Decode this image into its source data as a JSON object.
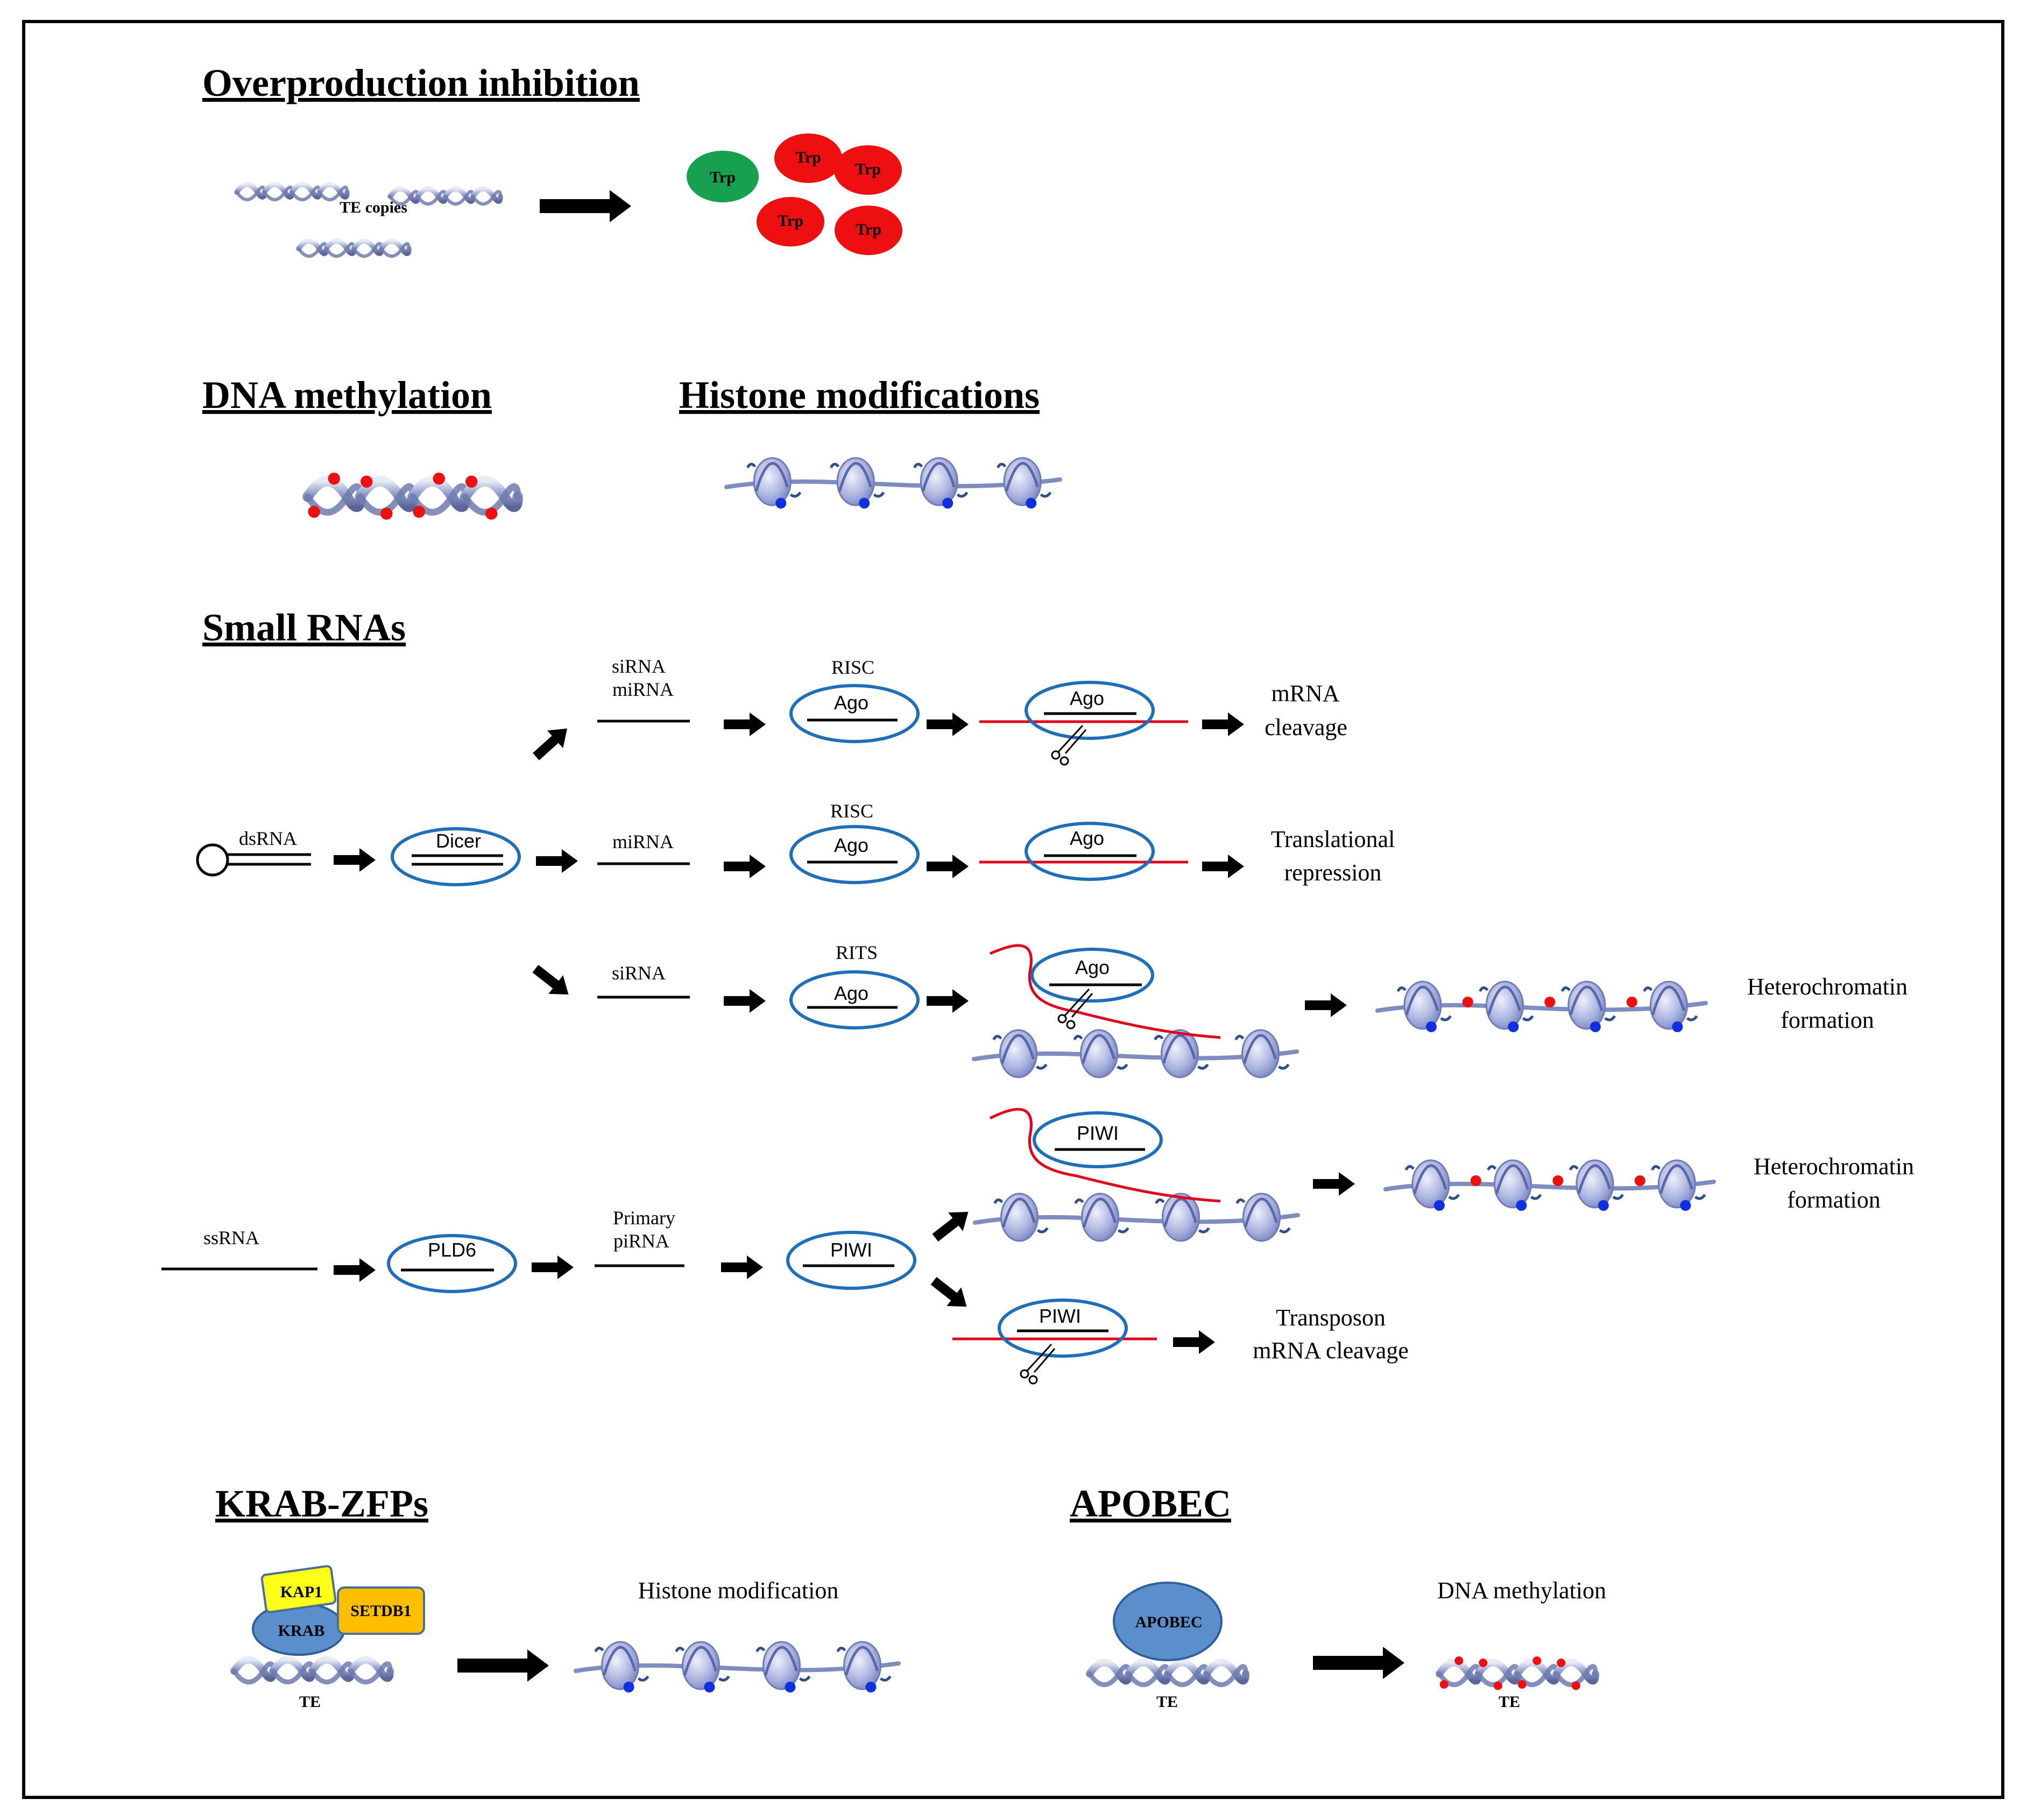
{
  "sections": {
    "overproduction": "Overproduction inhibition",
    "dna_methylation": "DNA methylation",
    "histone_modifications": "Histone modifications",
    "small_rnas": "Small RNAs",
    "krab_zfps": "KRAB-ZFPs",
    "apobec": "APOBEC"
  },
  "overproduction": {
    "te_copies": "TE copies",
    "trp": [
      "Trp",
      "Trp",
      "Trp",
      "Trp",
      "Trp"
    ],
    "colors": {
      "active": "#17a050",
      "inhibited": "#ee1010"
    }
  },
  "small_rnas": {
    "dsrna": "dsRNA",
    "dicer": "Dicer",
    "row1": {
      "rna": [
        "siRNA",
        "miRNA"
      ],
      "complex": "RISC",
      "protein": "Ago",
      "result": [
        "mRNA",
        "cleavage"
      ]
    },
    "row2": {
      "rna": "miRNA",
      "complex": "RISC",
      "protein": "Ago",
      "result": [
        "Translational",
        "repression"
      ]
    },
    "row3": {
      "rna": "siRNA",
      "complex": "RITS",
      "protein": "Ago",
      "result": [
        "Heterochromatin",
        "formation"
      ]
    },
    "ssrna": "ssRNA",
    "pld6": "PLD6",
    "primary_pirna": [
      "Primary",
      "piRNA"
    ],
    "piwi": "PIWI",
    "row4": {
      "protein": "PIWI",
      "result": [
        "Heterochromatin",
        "formation"
      ]
    },
    "row5": {
      "protein": "PIWI",
      "result": [
        "Transposon",
        "mRNA cleavage"
      ]
    }
  },
  "krab": {
    "kap1": "KAP1",
    "krab": "KRAB",
    "setdb1": "SETDB1",
    "te": "TE",
    "result": "Histone modification",
    "colors": {
      "kap1": "#ffff1a",
      "setdb1": "#ffbf00",
      "krab": "#5b8fcc"
    }
  },
  "apobec": {
    "protein": "APOBEC",
    "te": "TE",
    "te_out": "TE",
    "result": "DNA methylation"
  },
  "colors": {
    "methyl_mark": "#ee1010",
    "histone_mark": "#1030e0",
    "ellipse": "#1f6fb8",
    "red_strand": "#e3001b"
  }
}
